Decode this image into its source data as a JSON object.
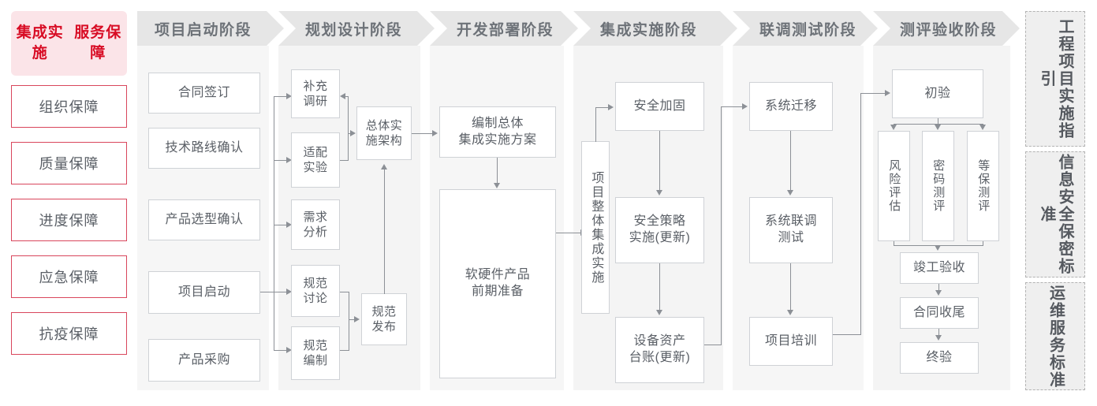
{
  "guarantee": {
    "title": "集成实施\n服务保障",
    "title_lines": [
      "集成实施",
      "服务保障"
    ],
    "items": [
      {
        "label": "组织保障"
      },
      {
        "label": "质量保障"
      },
      {
        "label": "进度保障"
      },
      {
        "label": "应急保障"
      },
      {
        "label": "抗疫保障"
      }
    ]
  },
  "phases": [
    {
      "header": "项目启动阶段"
    },
    {
      "header": "规划设计阶段"
    },
    {
      "header": "开发部署阶段"
    },
    {
      "header": "集成实施阶段"
    },
    {
      "header": "联调测试阶段"
    },
    {
      "header": "测评验收阶段"
    }
  ],
  "nodes": {
    "p1_1": "合同签订",
    "p1_2": "技术路线确认",
    "p1_3": "产品选型确认",
    "p1_4": "项目启动",
    "p1_5": "产品采购",
    "p2_1": "补充\n调研",
    "p2_2": "适配\n实验",
    "p2_3": "需求\n分析",
    "p2_4": "规范\n讨论",
    "p2_5": "规范\n编制",
    "p2_arch": "总体实\n施架构",
    "p2_pub": "规范\n发布",
    "p3_1": "编制总体\n集成实施方案",
    "p3_2": "软硬件产品\n前期准备",
    "p4_main": "项目整体集成实施",
    "p4_1": "安全加固",
    "p4_2": "安全策略\n实施(更新)",
    "p4_3": "设备资产\n台账(更新)",
    "p5_1": "系统迁移",
    "p5_2": "系统联调\n测试",
    "p5_3": "项目培训",
    "p6_1": "初验",
    "p6_2": "风险评估",
    "p6_3": "密码测评",
    "p6_4": "等保测评",
    "p6_5": "竣工验收",
    "p6_6": "合同收尾",
    "p6_7": "终验"
  },
  "standards": [
    {
      "label": "工程项目实施指引"
    },
    {
      "label": "信息安全保密标准"
    },
    {
      "label": "运维服务标准"
    }
  ],
  "colors": {
    "brand_red": "#d80c24",
    "guarantee_bg": "#fbe4e8",
    "guarantee_border": "#d9465c",
    "band_bg": "#f6f6f6",
    "chevron_bg": "#e6e6e6",
    "node_border": "#cfd2d6",
    "connector": "#8c9096",
    "text_gray": "#5a5f66",
    "standards_bg": "#efefef"
  }
}
